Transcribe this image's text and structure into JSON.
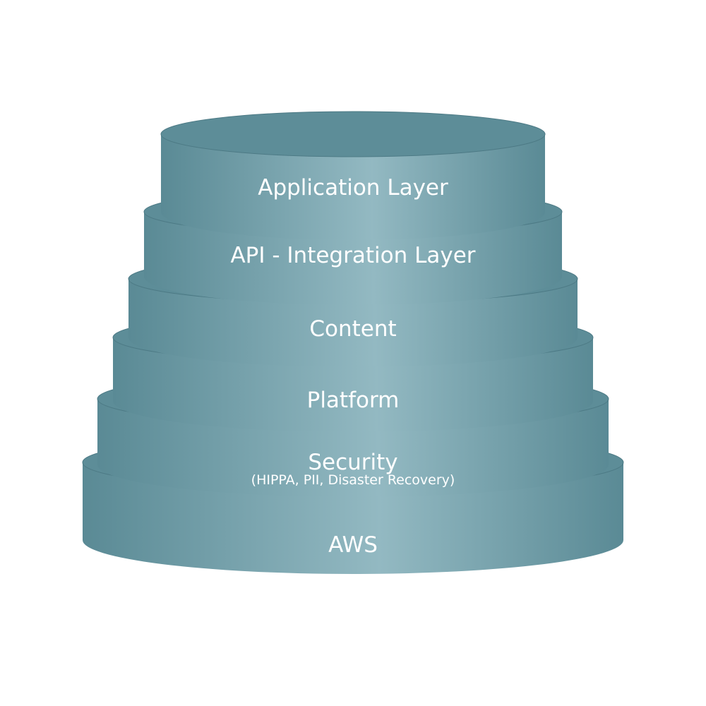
{
  "layers": [
    {
      "label": "AWS",
      "sublabel": ""
    },
    {
      "label": "Security",
      "sublabel": "(HIPPA, PII, Disaster Recovery)"
    },
    {
      "label": "Platform",
      "sublabel": ""
    },
    {
      "label": "Content",
      "sublabel": ""
    },
    {
      "label": "API - Integration Layer",
      "sublabel": ""
    },
    {
      "label": "Application Layer",
      "sublabel": ""
    }
  ],
  "colors": {
    "body_edge": "#5a8a95",
    "body_center": "#93b9c2",
    "top_face": "#5d8d98",
    "rim": "#4d7a85",
    "text": "#ffffff"
  }
}
